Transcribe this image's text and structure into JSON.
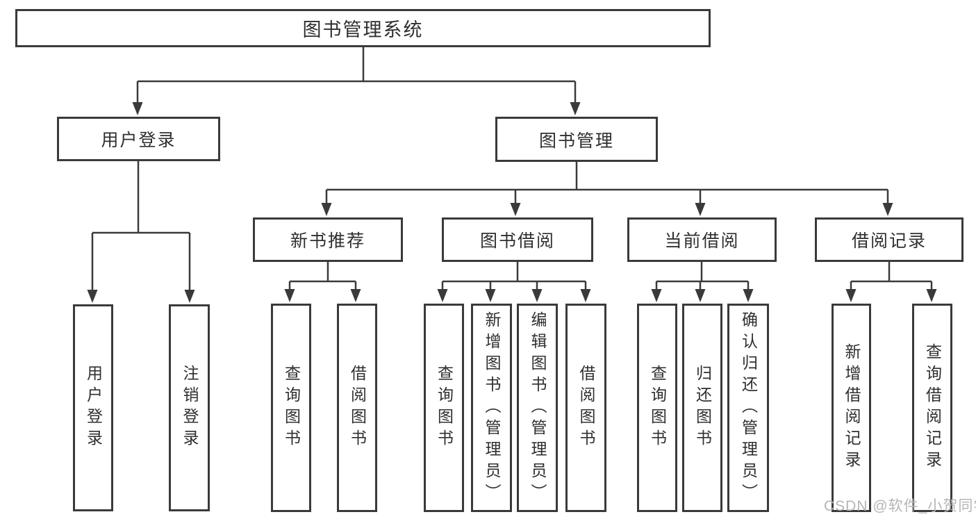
{
  "diagram": {
    "title": "图书管理系统",
    "level2": {
      "user_login": {
        "label": "用户登录"
      },
      "book_management": {
        "label": "图书管理"
      }
    },
    "level3": {
      "new_book_recommend": {
        "label": "新书推荐"
      },
      "book_borrowing": {
        "label": "图书借阅"
      },
      "current_borrowing": {
        "label": "当前借阅"
      },
      "borrow_records": {
        "label": "借阅记录"
      }
    },
    "leaves": {
      "user_login": [
        "用户登录",
        "注销登录"
      ],
      "new_book_recommend": [
        "查询图书",
        "借阅图书"
      ],
      "book_borrowing": [
        "查询图书",
        "新增图书（管理员）",
        "编辑图书（管理员）",
        "借阅图书"
      ],
      "current_borrowing": [
        "查询图书",
        "归还图书",
        "确认归还（管理员）"
      ],
      "borrow_records": [
        "新增借阅记录",
        "查询借阅记录"
      ]
    },
    "watermark": "CSDN @软件_小贺同学",
    "colors": {
      "line": "#3a3a3a",
      "text": "#2f2f2f",
      "watermark": "#b5b5b5",
      "background": "#ffffff"
    }
  }
}
